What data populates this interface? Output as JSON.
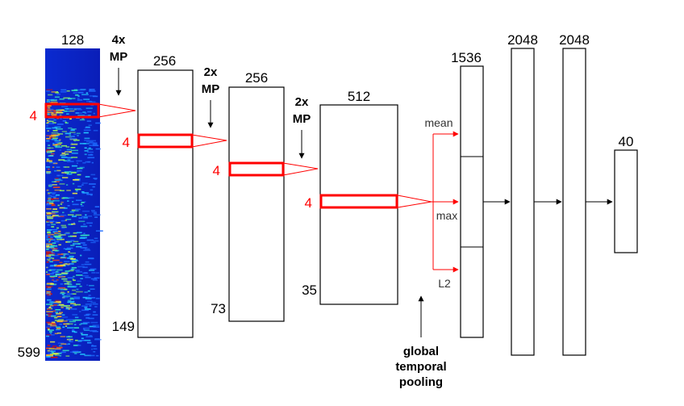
{
  "spectrogram": {
    "width_label": "128",
    "height_label": "599",
    "window_label": "4"
  },
  "layers": [
    {
      "width_label": "256",
      "height_label": "149",
      "window_label": "4",
      "pool_top": "4x",
      "pool_bottom": "MP"
    },
    {
      "width_label": "256",
      "height_label": "73",
      "window_label": "4",
      "pool_top": "2x",
      "pool_bottom": "MP"
    },
    {
      "width_label": "512",
      "height_label": "35",
      "window_label": "4",
      "pool_top": "2x",
      "pool_bottom": "MP"
    }
  ],
  "pooling": {
    "mean_label": "mean",
    "max_label": "max",
    "l2_label": "L2",
    "caption_lines": [
      "global",
      "temporal",
      "pooling"
    ]
  },
  "dense_layers": [
    {
      "label": "1536"
    },
    {
      "label": "2048"
    },
    {
      "label": "2048"
    },
    {
      "label": "40"
    }
  ],
  "colors": {
    "highlight": "#ff0000",
    "stroke": "#000000",
    "spectrogram_base": "#0a1ec8"
  }
}
